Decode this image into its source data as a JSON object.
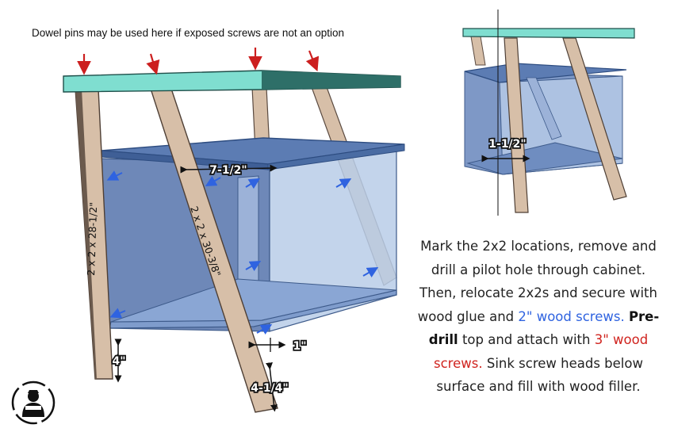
{
  "top_note": "Dowel pins may be used here if exposed screws are not an option",
  "dimensions": {
    "cabinet_depth": "7-1/2\"",
    "leg_offset": "1-1/2\"",
    "leg_left": "2 x 2 x 28-1/2\"",
    "leg_right": "2 x 2 x 30-3/8\"",
    "inset_1": "1\"",
    "bottom_4": "4\"",
    "bottom_414": "4-1/4\""
  },
  "instructions": {
    "p1": "Mark the 2x2 locations, remove and drill a pilot hole through cabinet. Then, relocate 2x2s and secure with wood glue and",
    "p2_blue": "2\" wood screws.",
    "p2_bold": "Pre-drill",
    "p2_rest": "top and attach with",
    "p3_red": "3\" wood screws.",
    "p3_rest": "Sink screw heads below surface and fill with wood filler."
  },
  "colors": {
    "top_light": "#7fded0",
    "top_dark": "#2e6f68",
    "leg": "#d7bfa8",
    "leg_dark": "#6b5a4d",
    "cabinet_back": "#6e88b8",
    "cabinet_glass": "#b9cde8",
    "cabinet_frame": "#4c6fa6",
    "blue_arrow": "#2f63e0",
    "red_arrow": "#cc1f1f"
  },
  "icons": [
    "red-down-arrow-icon",
    "blue-screw-arrow-icon",
    "woodworker-logo-icon"
  ]
}
